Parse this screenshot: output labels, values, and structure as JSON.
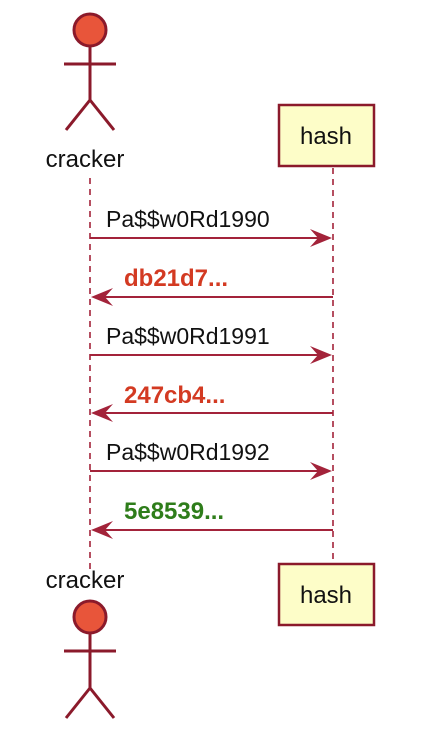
{
  "participants": {
    "actor": {
      "name": "cracker",
      "head_color": "#e8553a",
      "stroke_color": "#8b1a2b"
    },
    "box": {
      "name": "hash",
      "fill_color": "#fdfdc8",
      "stroke_color": "#8b1a2b"
    }
  },
  "messages": [
    {
      "text": "Pa$$w0Rd1990",
      "direction": "to-hash",
      "color": "#111111",
      "bold": false
    },
    {
      "text": "db21d7...",
      "direction": "to-cracker",
      "color": "#d33a22",
      "bold": true
    },
    {
      "text": "Pa$$w0Rd1991",
      "direction": "to-hash",
      "color": "#111111",
      "bold": false
    },
    {
      "text": "247cb4...",
      "direction": "to-cracker",
      "color": "#d33a22",
      "bold": true
    },
    {
      "text": "Pa$$w0Rd1992",
      "direction": "to-hash",
      "color": "#111111",
      "bold": false
    },
    {
      "text": "5e8539...",
      "direction": "to-cracker",
      "color": "#2e7d1a",
      "bold": true
    }
  ],
  "colors": {
    "arrow": "#a3233a",
    "lifeline": "#a3233a"
  }
}
